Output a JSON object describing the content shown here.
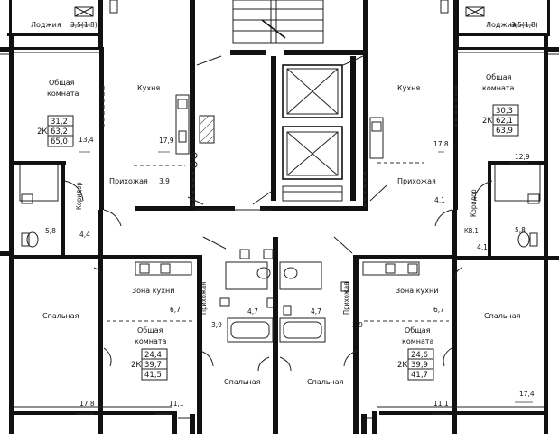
{
  "rooms": {
    "loggia_left": "Лоджия",
    "loggia_left_area": "3,5(1,8)",
    "loggia_right": "Лоджия",
    "loggia_right_area": "3,5(1,8)",
    "living_left_l1": "Общая",
    "living_left_l2": "комната",
    "living_left_area": "13,4",
    "kitchen_left": "Кухня",
    "kitchen_left_area": "17,9",
    "hall_left": "Прихожая",
    "hall_left_area": "3,9",
    "corridor_left": "Коридор",
    "bath_left_area": "5,8",
    "corridor_left_area": "4,4",
    "kitchen_right": "Кухня",
    "kitchen_right_area": "17,8",
    "living_right_l1": "Общая",
    "living_right_l2": "комната",
    "living_right_area": "12,9",
    "hall_right": "Прихожая",
    "hall_right_area": "4,1",
    "corridor_right": "Коридор",
    "kv1": "КВ.1",
    "corridor_right_area": "4,1",
    "bath_right_area": "5,8",
    "bedroom_bl": "Спальная",
    "bedroom_bl_area": "17,8",
    "kitchen_zone_bl": "Зона кухни",
    "living_bl_l1": "Общая",
    "living_bl_l2": "комната",
    "living_bl_area1": "6,7",
    "living_bl_area2": "11,1",
    "hall_bc_left": "Прихожая",
    "hall_bc_left_area": "3,9",
    "bath_c1_area": "4,7",
    "bath_c2_area": "4,7",
    "hall_bc_right": "Прихожая",
    "hall_bc_right_area": "3,9",
    "bedroom_c1": "Спальная",
    "bedroom_c2": "Спальная",
    "kitchen_zone_br": "Зона кухни",
    "living_br_l1": "Общая",
    "living_br_l2": "комната",
    "living_br_area1": "6,7",
    "living_br_area2": "11,1",
    "bedroom_br": "Спальная",
    "bedroom_br_area": "17,4"
  },
  "apartments": {
    "tl": {
      "type": "2К",
      "a": "31,2",
      "b": "63,2",
      "c": "65,0"
    },
    "tr": {
      "type": "2К",
      "a": "30,3",
      "b": "62,1",
      "c": "63,9"
    },
    "bl": {
      "type": "2К",
      "a": "24,4",
      "b": "39,7",
      "c": "41,5"
    },
    "br": {
      "type": "2К",
      "a": "24,6",
      "b": "39,9",
      "c": "41,7"
    }
  }
}
